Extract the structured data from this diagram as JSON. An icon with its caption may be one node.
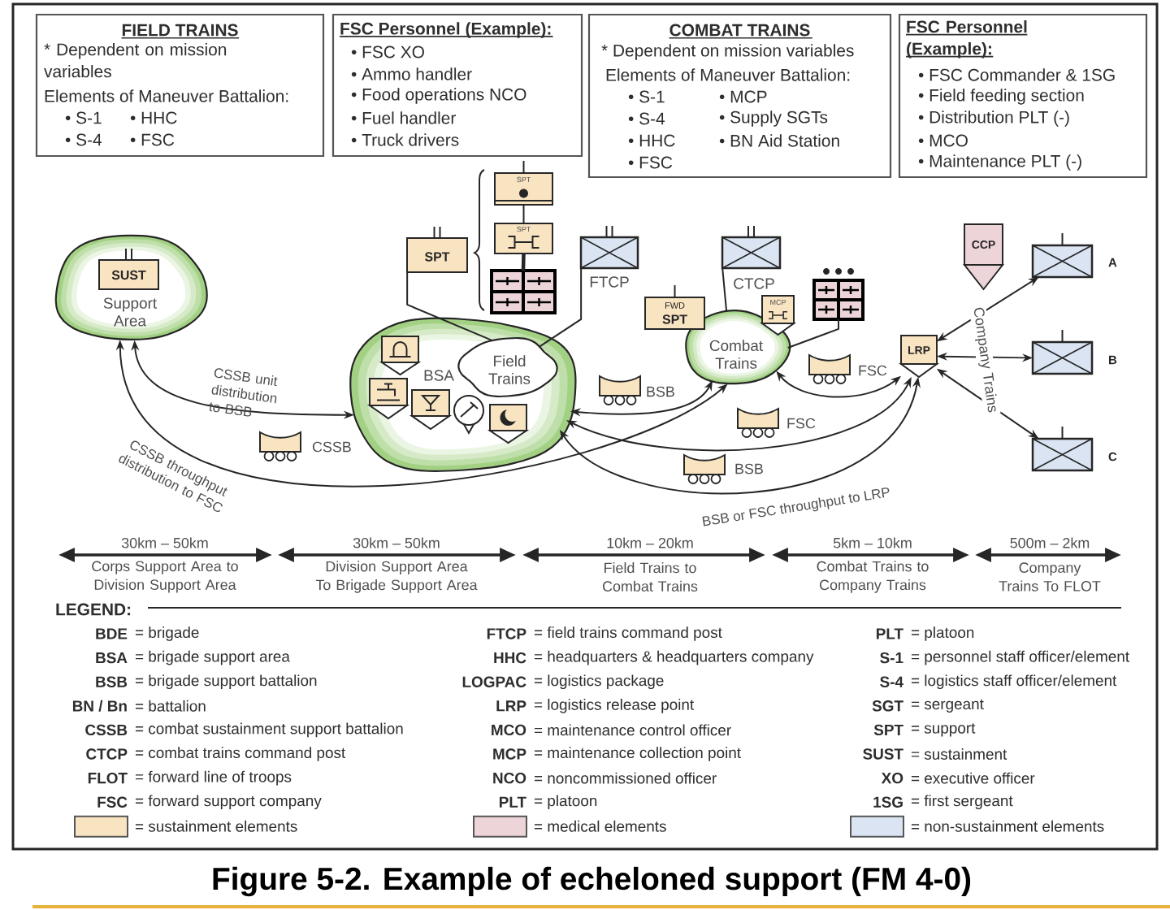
{
  "diagram": {
    "caption": "Figure 5-2. Example of echeloned support (FM 4-0)",
    "nodes": [
      {
        "text": [
          "FIELD TRAINS",
          "* Dependent on mission variables",
          "Elements of Maneuver Battalion:",
          "• S-1",
          "• HHC",
          "• S-4",
          "• FSC"
        ]
      },
      {
        "text": [
          "FSC Personnel (Example):",
          "• FSC XO",
          "• Ammo handler",
          "• Food operations NCO",
          "• Fuel handler",
          "• Truck drivers"
        ]
      },
      {
        "text": [
          "COMBAT TRAINS",
          "* Dependent on mission variables",
          "Elements of Maneuver Battalion:",
          "• S-1",
          "• MCP",
          "• S-4",
          "• Supply SGTs",
          "• HHC",
          "• BN Aid Station",
          "• FSC"
        ]
      },
      {
        "text": [
          "FSC Personnel (Example):",
          "• FSC Commander & 1SG",
          "• Field feeding section",
          "• Distribution PLT (-)",
          "• MCO",
          "• Maintenance PLT (-)"
        ]
      },
      {
        "text": [
          "Support Area"
        ]
      },
      {
        "text": [
          "SUST"
        ],
        "in": 4
      },
      {
        "text": [
          "SPT"
        ]
      },
      {
        "text": [
          "SPT"
        ]
      },
      {
        "text": [
          "SPT"
        ]
      },
      {
        "text": [],
        "shape": "box"
      },
      {
        "text": [],
        "shape": "box",
        "beside": [
          "FTCP"
        ]
      },
      {
        "text": [],
        "shape": "box",
        "beside": [
          "CTCP"
        ]
      },
      {
        "text": [
          "CCP"
        ]
      },
      {
        "text": [],
        "shape": "box",
        "beside": [
          "A"
        ]
      },
      {
        "text": [
          "FWD",
          "SPT"
        ]
      },
      {
        "text": [
          "MCP"
        ]
      },
      {
        "text": [],
        "shape": "box"
      },
      {
        "text": [
          "Combat Trains"
        ]
      },
      {
        "text": [
          "LRP"
        ]
      },
      {
        "text": [],
        "shape": "box",
        "beside": [
          "B"
        ]
      },
      {
        "text": [
          "BSA"
        ]
      },
      {
        "text": [
          "Field Trains"
        ],
        "in": 20
      },
      {
        "text": [],
        "shape": "picture",
        "in": 20
      },
      {
        "text": [],
        "shape": "picture",
        "in": 20
      },
      {
        "text": [],
        "shape": "picture",
        "in": 20
      },
      {
        "text": [],
        "shape": "picture",
        "in": 20
      },
      {
        "text": [],
        "shape": "picture",
        "in": 20
      },
      {
        "text": [],
        "shape": "box",
        "beside": [
          "C"
        ]
      }
    ],
    "edges": [
      {
        "from": 4,
        "to": 20,
        "arrow": "both",
        "label": "CSSB unit distribution to BSB"
      },
      {
        "from": 4,
        "to": 17,
        "arrow": "both",
        "label": "CSSB throughput distribution to FSC"
      },
      {
        "from": 20,
        "to": 17,
        "arrow": "both"
      },
      {
        "from": 20,
        "to": 18,
        "arrow": "both"
      },
      {
        "from": 20,
        "to": 18,
        "arrow": "both",
        "label": "BSB or FSC throughput to LRP"
      },
      {
        "from": 17,
        "to": 18,
        "arrow": "both"
      },
      {
        "from": 18,
        "to": 13,
        "arrow": "both"
      },
      {
        "from": 18,
        "to": 19,
        "arrow": "both"
      },
      {
        "from": 18,
        "to": 27,
        "arrow": "both"
      },
      {
        "from": 6,
        "to": 21,
        "arrow": "none"
      },
      {
        "from": 10,
        "to": 21,
        "arrow": "none"
      },
      {
        "from": 11,
        "to": 17,
        "arrow": "none"
      },
      {
        "from": 16,
        "to": 17,
        "arrow": "none"
      },
      {
        "from": 7,
        "to": 8,
        "arrow": "none"
      },
      {
        "from": 8,
        "to": 9,
        "arrow": "none",
        "style": "thick"
      }
    ],
    "labels": [
      "Company Trains",
      "FSC",
      "BSB",
      "FSC",
      "CSSB",
      "BSB",
      "30km – 50km",
      "Corps Support Area to Division Support Area",
      "30km – 50km",
      "Division Support Area To Brigade Support Area",
      "10km – 20km",
      "Field Trains to Combat Trains",
      "5km – 10km",
      "Combat Trains to Company Trains",
      "500m – 2km",
      "Company Trains To FLOT",
      "LEGEND:",
      "BDE",
      "= brigade",
      "BSA",
      "= brigade support area",
      "BSB",
      "= brigade support battalion",
      "BN / Bn",
      "= battalion",
      "CSSB",
      "= combat sustainment support battalion",
      "CTCP",
      "= combat trains command post",
      "FLOT",
      "= forward line of troops",
      "FSC",
      "= forward support company",
      "FTCP",
      "= field trains command post",
      "HHC",
      "= headquarters & headquarters company",
      "LOGPAC",
      "= logistics package",
      "LRP",
      "= logistics release point",
      "MCO",
      "= maintenance control officer",
      "MCP",
      "= maintenance collection point",
      "NCO",
      "= noncommissioned officer",
      "PLT",
      "= platoon",
      "PLT",
      "= platoon",
      "S-1",
      "= personnel staff officer/element",
      "S-4",
      "= logistics staff officer/element",
      "SGT",
      "= sergeant",
      "SPT",
      "= support",
      "SUST",
      "= sustainment",
      "XO",
      "= executive officer",
      "1SG",
      "= first sergeant"
    ],
    "legend": [
      {
        "text": "= sustainment elements",
        "color": "#F9E4C2"
      },
      {
        "text": "= medical elements",
        "color": "#ECD4D8"
      },
      {
        "text": "= non-sustainment elements",
        "color": "#DAE4F3"
      }
    ]
  }
}
